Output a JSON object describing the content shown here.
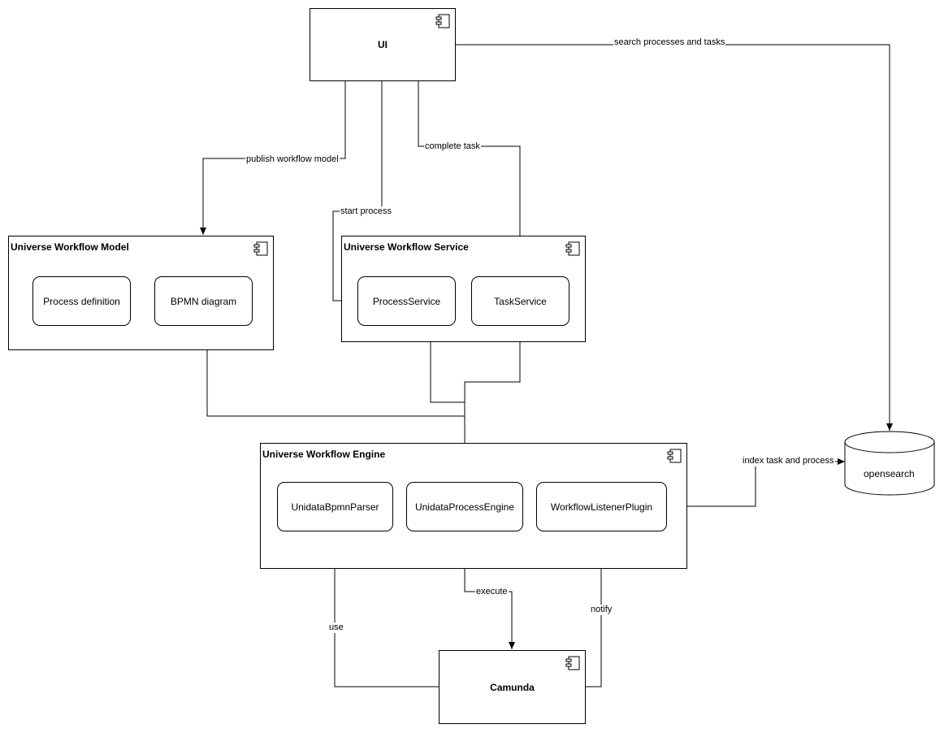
{
  "nodes": {
    "ui": {
      "title": "UI"
    },
    "model": {
      "title": "Universe Workflow Model",
      "items": [
        "Process definition",
        "BPMN diagram"
      ]
    },
    "service": {
      "title": "Universe Workflow Service",
      "items": [
        "ProcessService",
        "TaskService"
      ]
    },
    "engine": {
      "title": "Universe Workflow Engine",
      "items": [
        "UnidataBpmnParser",
        "UnidataProcessEngine",
        "WorkflowListenerPlugin"
      ]
    },
    "camunda": {
      "title": "Camunda"
    },
    "opensearch": {
      "title": "opensearch"
    }
  },
  "edges": {
    "search": "search processes and tasks",
    "publish": "publish workflow model",
    "start": "start process",
    "complete": "complete task",
    "index": "index task and process",
    "execute": "execute",
    "use": "use",
    "notify": "notify"
  }
}
